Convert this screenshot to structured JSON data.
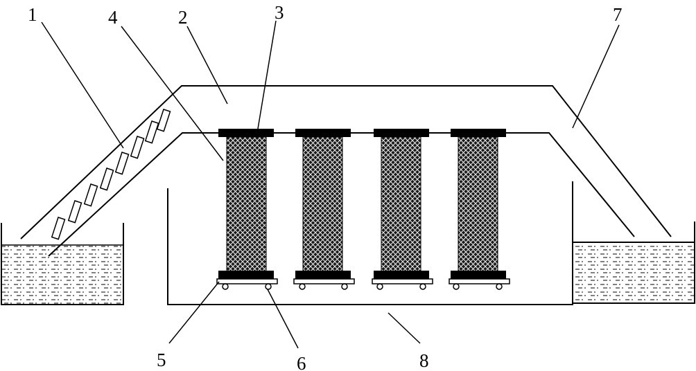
{
  "labels": {
    "l1": "1",
    "l2": "2",
    "l3": "3",
    "l4": "4",
    "l5": "5",
    "l6": "6",
    "l7": "7",
    "l8": "8"
  },
  "columns": 4
}
